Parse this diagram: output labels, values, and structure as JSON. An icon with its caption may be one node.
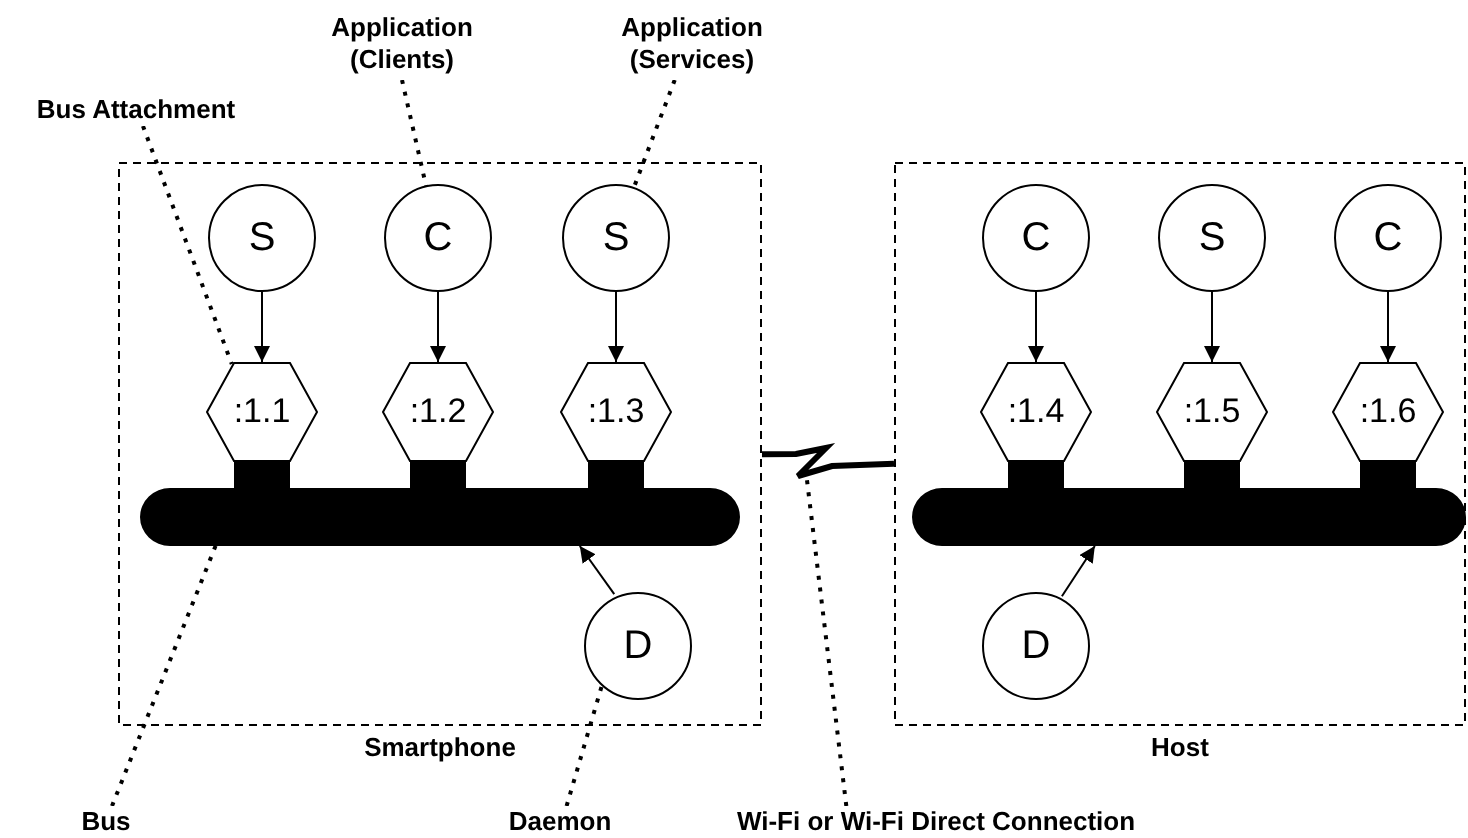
{
  "diagram": {
    "nodes": [
      {
        "text": [
          "Smartphone"
        ]
      },
      {
        "text": [
          "S"
        ],
        "in": 0
      },
      {
        "text": [
          "C"
        ],
        "in": 0
      },
      {
        "text": [
          "S"
        ],
        "in": 0
      },
      {
        "text": [
          ":1.1"
        ],
        "in": 0
      },
      {
        "text": [
          ":1.2"
        ],
        "in": 0
      },
      {
        "text": [
          ":1.3"
        ],
        "in": 0
      },
      {
        "text": [],
        "shape": "bar",
        "in": 0
      },
      {
        "text": [
          "D"
        ],
        "in": 0
      },
      {
        "text": [
          "Host"
        ]
      },
      {
        "text": [
          "C"
        ],
        "in": 9
      },
      {
        "text": [
          "S"
        ],
        "in": 9
      },
      {
        "text": [
          "C"
        ],
        "in": 9
      },
      {
        "text": [
          ":1.4"
        ],
        "in": 9
      },
      {
        "text": [
          ":1.5"
        ],
        "in": 9
      },
      {
        "text": [
          ":1.6"
        ],
        "in": 9
      },
      {
        "text": [],
        "shape": "bar",
        "in": 9
      },
      {
        "text": [
          "D"
        ],
        "in": 9
      },
      {
        "text": [
          "Bus Attachment"
        ]
      },
      {
        "text": [
          "Application (Clients)"
        ]
      },
      {
        "text": [
          "Application (Services)"
        ]
      },
      {
        "text": [
          "Bus"
        ]
      },
      {
        "text": [
          "Daemon"
        ]
      },
      {
        "text": [
          "Wi-Fi or Wi-Fi Direct Connection"
        ]
      }
    ],
    "edges": [
      {
        "from": 1,
        "to": 4,
        "arrow": "to"
      },
      {
        "from": 2,
        "to": 5,
        "arrow": "to"
      },
      {
        "from": 3,
        "to": 6,
        "arrow": "to"
      },
      {
        "from": 8,
        "to": 7,
        "arrow": "to"
      },
      {
        "from": 10,
        "to": 13,
        "arrow": "to"
      },
      {
        "from": 11,
        "to": 14,
        "arrow": "to"
      },
      {
        "from": 12,
        "to": 15,
        "arrow": "to"
      },
      {
        "from": 17,
        "to": 16,
        "arrow": "to"
      },
      {
        "from": 0,
        "to": 9,
        "arrow": "none",
        "style": "thick"
      },
      {
        "from": 18,
        "to": 4,
        "arrow": "none",
        "style": "dashed"
      },
      {
        "from": 19,
        "to": 2,
        "arrow": "none",
        "style": "dashed"
      },
      {
        "from": 20,
        "to": 3,
        "arrow": "none",
        "style": "dashed"
      },
      {
        "from": 21,
        "to": 7,
        "arrow": "none",
        "style": "dashed"
      },
      {
        "from": 22,
        "to": 8,
        "arrow": "none",
        "style": "dashed"
      },
      {
        "from": 23,
        "to": null,
        "arrow": "none",
        "style": "dashed"
      }
    ]
  }
}
